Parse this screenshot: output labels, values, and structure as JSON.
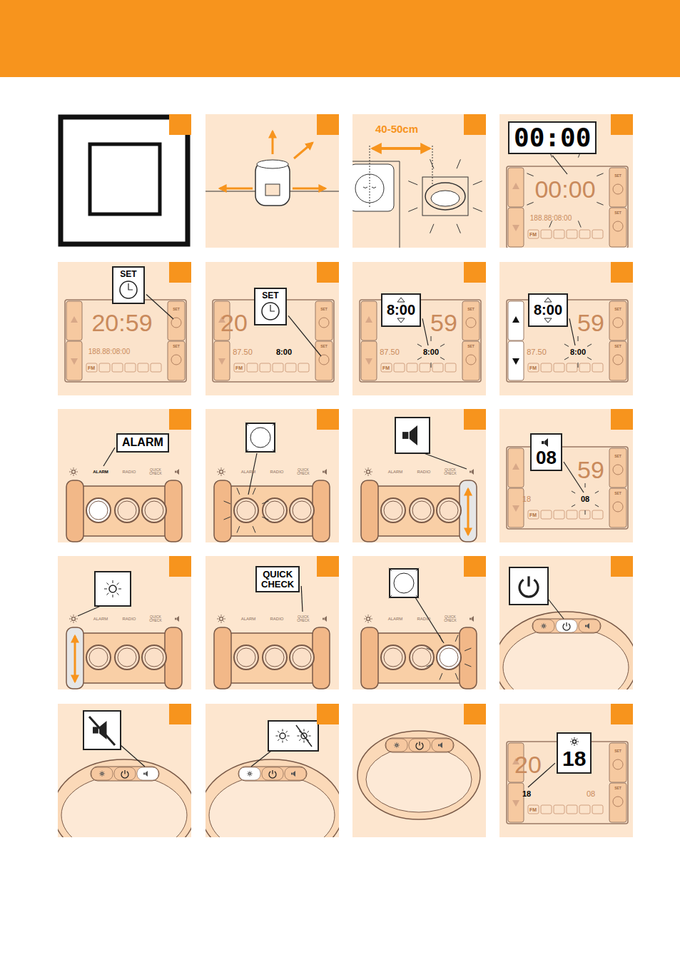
{
  "diagram": {
    "nodes": [
      {
        "text": [
          "00:00"
        ]
      },
      {
        "text": [
          "SET"
        ]
      },
      {
        "text": [
          "SET"
        ]
      },
      {
        "text": [
          "8:00"
        ]
      },
      {
        "text": [
          "8:00"
        ]
      },
      {
        "text": [
          "ALARM"
        ]
      },
      {
        "text": [
          "08"
        ]
      },
      {
        "text": [
          "QUICK CHECK"
        ]
      },
      {
        "text": [
          "18"
        ]
      }
    ],
    "labels": [
      "40-50cm",
      "00:00",
      "188.88:08:00",
      "FM",
      "SET",
      "SET",
      "20:59",
      "188.88:08:00",
      "FM",
      "SET",
      "SET",
      "20",
      "87.50",
      "8:00",
      "FM",
      "SET",
      "SET",
      "59",
      "87.50",
      "8:00",
      "FM",
      "SET",
      "SET",
      "59",
      "87.50",
      "8:00",
      "FM",
      "SET",
      "SET",
      "ALARM",
      "RADIO",
      "QUICK CHECK",
      "ALARM",
      "RADIO",
      "QUICK CHECK",
      "ALARM",
      "RADIO",
      "QUICK CHECK",
      "59",
      "18",
      "08",
      "FM",
      "SET",
      "SET",
      "ALARM",
      "RADIO",
      "QUICK CHECK",
      "ALARM",
      "RADIO",
      "QUICK CHECK",
      "ALARM",
      "RADIO",
      "QUICK CHECK",
      "20",
      "18",
      "08",
      "FM",
      "SET",
      "SET"
    ]
  }
}
